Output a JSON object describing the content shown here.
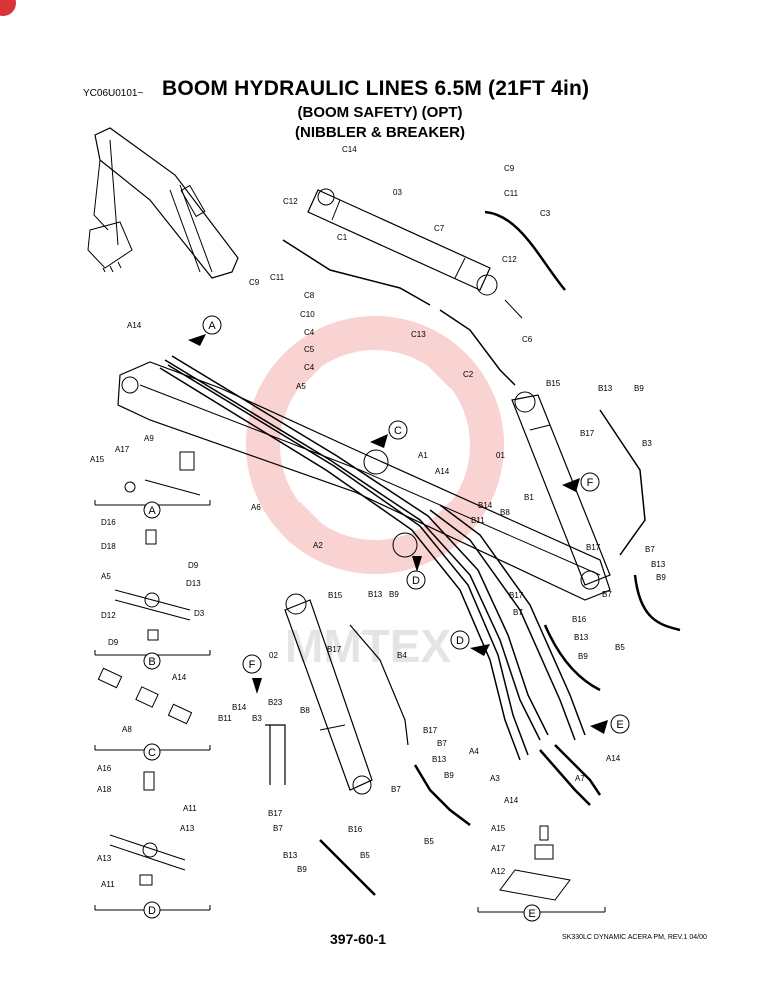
{
  "header": {
    "code": "YC06U0101~",
    "title": "BOOM HYDRAULIC LINES 6.5M (21FT 4in)",
    "subtitle1": "(BOOM SAFETY) (OPT)",
    "subtitle2": "(NIBBLER & BREAKER)"
  },
  "footer": {
    "page_number": "397-60-1",
    "revision": "SK330LC DYNAMIC ACERA PM, REV.1 04/00"
  },
  "watermark": "MMTEX",
  "callouts": {
    "A": "A",
    "B": "B",
    "C": "C",
    "D": "D",
    "E": "E",
    "F": "F"
  },
  "labels": {
    "C14": "C14",
    "C9a": "C9",
    "C11a": "C11",
    "C12a": "C12",
    "n03": "03",
    "C7": "C7",
    "C3": "C3",
    "C1": "C1",
    "C9b": "C9",
    "C11b": "C11",
    "C12b": "C12",
    "C8": "C8",
    "C10": "C10",
    "C4a": "C4",
    "C5": "C5",
    "C4b": "C4",
    "C13": "C13",
    "C6": "C6",
    "C2": "C2",
    "A14a": "A14",
    "A5": "A5",
    "A1": "A1",
    "A14b": "A14",
    "A6": "A6",
    "A2": "A2",
    "A15a": "A15",
    "A17a": "A17",
    "A9": "A9",
    "B15a": "B15",
    "B13a": "B13",
    "B9a": "B9",
    "B17a": "B17",
    "B3": "B3",
    "n01": "01",
    "B1": "B1",
    "B14a": "B14",
    "B8a": "B8",
    "B11a": "B11",
    "B17b": "B17",
    "B7a": "B7",
    "B13b": "B13",
    "B9b": "B9",
    "B7b": "B7",
    "B17c": "B17",
    "B7c": "B7",
    "B13c": "B13",
    "B16a": "B16",
    "B9c": "B9",
    "B5a": "B5",
    "D16": "D16",
    "D18": "D18",
    "D9a": "D9",
    "A5b": "A5",
    "D13": "D13",
    "D12": "D12",
    "D3": "D3",
    "D9b": "D9",
    "B15b": "B15",
    "B13d": "B13",
    "B9d": "B9",
    "n02": "02",
    "B17d": "B17",
    "B4": "B4",
    "A14c": "A14",
    "A8": "A8",
    "B11b": "B11",
    "B14b": "B14",
    "B23": "B23",
    "B3b": "B3",
    "B8b": "B8",
    "B17e": "B17",
    "B7d": "B7",
    "B13e": "B13",
    "B9e": "B9",
    "B7e": "B7",
    "B5b": "B5",
    "B17f": "B17",
    "B7f": "B7",
    "B13f": "B13",
    "B9f": "B9",
    "B16b": "B16",
    "B5c": "B5",
    "A4": "A4",
    "A3": "A3",
    "A14d": "A14",
    "A14e": "A14",
    "A7": "A7",
    "A16": "A16",
    "A18": "A18",
    "A11a": "A11",
    "A13a": "A13",
    "A13b": "A13",
    "A11b": "A11",
    "A15b": "A15",
    "A17b": "A17",
    "A12": "A12"
  }
}
